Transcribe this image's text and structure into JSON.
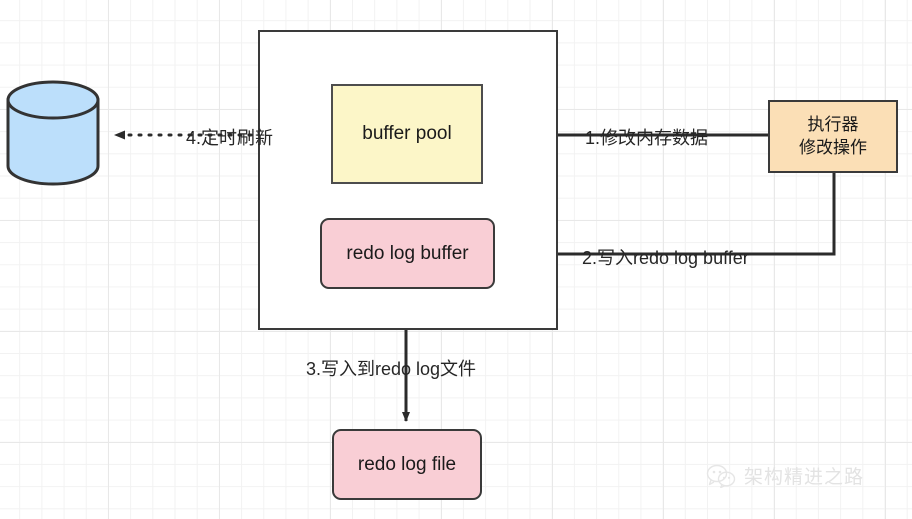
{
  "diagram": {
    "title": "MySQL redo log write flow",
    "background": {
      "grid": "graph-paper",
      "grid_color": "#e8e8e8"
    },
    "nodes": [
      {
        "id": "database-cylinder",
        "label": "",
        "shape": "cylinder",
        "fill": "#bcdffb",
        "stroke": "#333333"
      },
      {
        "id": "container-box",
        "label": "",
        "shape": "rect",
        "fill": "#ffffff",
        "stroke": "#3a3a3a"
      },
      {
        "id": "buffer-pool",
        "label": "buffer pool",
        "shape": "rect",
        "fill": "#fcf6c8",
        "stroke": "#4d4d4d"
      },
      {
        "id": "redo-log-buffer",
        "label": "redo log buffer",
        "shape": "rounded-rect",
        "fill": "#f9ced5",
        "stroke": "#3a3a3a"
      },
      {
        "id": "redo-log-file",
        "label": "redo log file",
        "shape": "rounded-rect",
        "fill": "#f9ced5",
        "stroke": "#3a3a3a"
      },
      {
        "id": "executor",
        "label": "执行器\n修改操作",
        "shape": "rect",
        "fill": "#fbdfb6",
        "stroke": "#3a3a3a"
      }
    ],
    "edges": [
      {
        "id": "edge-1",
        "label": "1.修改内存数据",
        "from": "executor",
        "to": "buffer-pool",
        "style": "solid",
        "arrow": "to"
      },
      {
        "id": "edge-2",
        "label": "2.写入redo log buffer",
        "from": "executor",
        "to": "redo-log-buffer",
        "style": "solid",
        "arrow": "to"
      },
      {
        "id": "edge-3",
        "label": "3.写入到redo log文件",
        "from": "redo-log-buffer",
        "to": "redo-log-file",
        "style": "solid",
        "arrow": "to"
      },
      {
        "id": "edge-4",
        "label": "4.定时刷新",
        "from": "buffer-pool",
        "to": "database-cylinder",
        "style": "dotted",
        "arrow": "to"
      }
    ],
    "watermark": {
      "icon": "wechat-icon",
      "text": "架构精进之路",
      "color": "#e3e3e3"
    }
  }
}
